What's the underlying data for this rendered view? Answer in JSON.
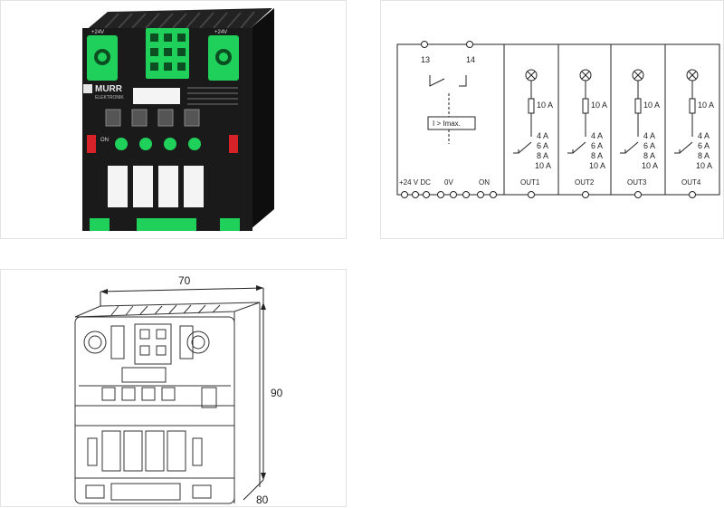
{
  "photo": {
    "brand_name": "MURR",
    "brand_sub": "ELEKTRONIK",
    "label_plus24_left": "+24V",
    "label_plus24_right": "+24V",
    "label_on": "ON",
    "channel_count": 4,
    "colors": {
      "body": "#1a1a1a",
      "green": "#1fd05a",
      "red": "#d8222a",
      "white": "#f4f4f4"
    }
  },
  "circuit": {
    "contact_left": "13",
    "contact_right": "14",
    "limit_label": "I > Imax.",
    "bottom_labels": {
      "supply": "+24 V DC",
      "zero": "0V",
      "on": "ON"
    },
    "channels": [
      {
        "out": "OUT1",
        "fuse": "10 A",
        "ratings": [
          "4 A",
          "6 A",
          "8 A",
          "10 A"
        ]
      },
      {
        "out": "OUT2",
        "fuse": "10 A",
        "ratings": [
          "4 A",
          "6 A",
          "8 A",
          "10 A"
        ]
      },
      {
        "out": "OUT3",
        "fuse": "10 A",
        "ratings": [
          "4 A",
          "6 A",
          "8 A",
          "10 A"
        ]
      },
      {
        "out": "OUT4",
        "fuse": "10 A",
        "ratings": [
          "4 A",
          "6 A",
          "8 A",
          "10 A"
        ]
      }
    ]
  },
  "dimensions": {
    "width": "70",
    "height": "90",
    "depth": "80"
  }
}
